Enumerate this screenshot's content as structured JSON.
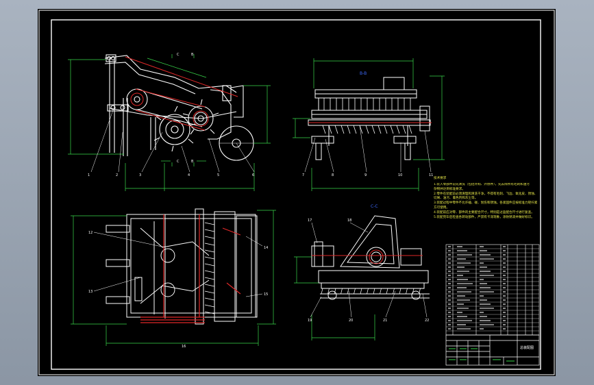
{
  "drawing": {
    "view_label_bb": "B-B",
    "view_label_cc": "C-C",
    "title_block_name": "总装配图",
    "notes_title": "技术要求",
    "notes": [
      "1.装入零部件前先清洗（包括外购、外协件），先去除所有毛刺和油污",
      "  杂物并达到标准要求。",
      "2.零件在装配前必须清理和清洗干净，不得有毛刺、飞边、氧化皮、锈蚀、",
      "  切屑、油污、着色剂和灰尘等。",
      "3.装配过程中零件不允许磕、碰、划伤和锈蚀。各紧固件应按标准力矩拧紧，",
      "  方可使用。",
      "4.装配前应对零、部件的主要配合尺寸，特别是过盈配合尺寸进行复查。",
      "5.装配完毕后检查各转动部件，严禁有卡滞现象，涂防锈漆并做好标识。"
    ],
    "callouts_side": [
      "1",
      "2",
      "3",
      "4",
      "5",
      "6"
    ],
    "callouts_front": [
      "7",
      "8",
      "9",
      "10",
      "11"
    ],
    "callouts_plan": [
      "12",
      "13",
      "14",
      "15",
      "16"
    ],
    "callouts_cc": [
      "17",
      "18",
      "19",
      "20",
      "21",
      "22"
    ],
    "section_marks": [
      "C",
      "B",
      "C",
      "B"
    ],
    "colors": {
      "background": "#000000",
      "outline": "#ffffff",
      "dimension": "#39d94a",
      "cut_plane": "#e02828",
      "annotation": "#e8e84a",
      "view_label": "#3f6bff"
    }
  }
}
